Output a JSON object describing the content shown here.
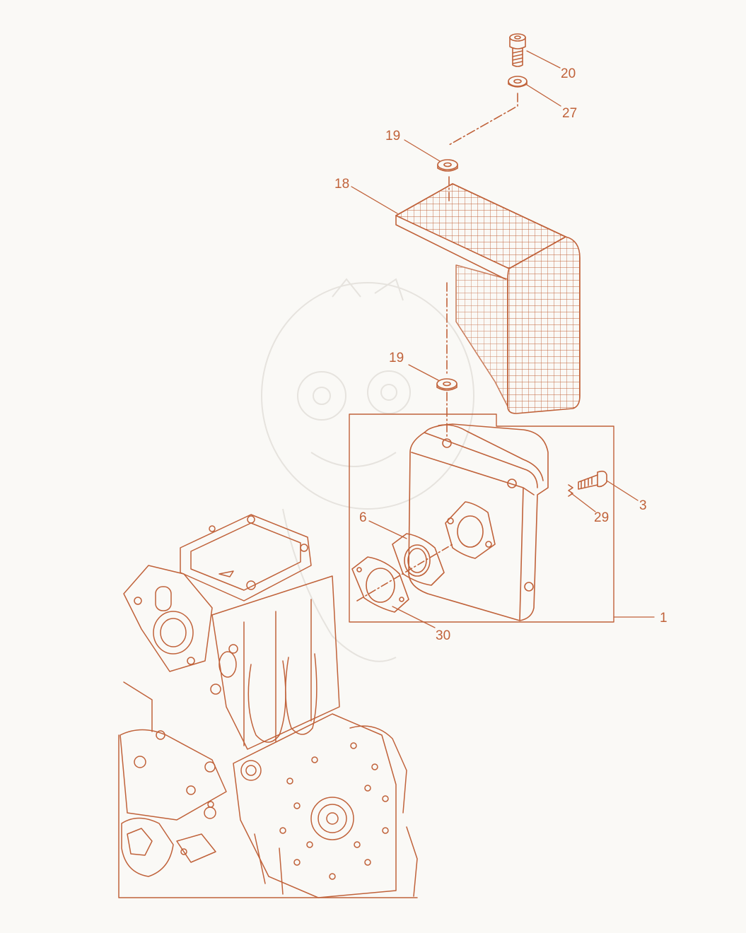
{
  "diagram": {
    "line_color": "#c0623a",
    "watermark_color": "#e6e3de",
    "background": "#faf9f6",
    "callouts": [
      {
        "id": "20",
        "part": "cap-screw"
      },
      {
        "id": "27",
        "part": "washer"
      },
      {
        "id": "19",
        "part": "washer-upper"
      },
      {
        "id": "18",
        "part": "heat-shield"
      },
      {
        "id": "19",
        "part": "washer-lower"
      },
      {
        "id": "3",
        "part": "bolt"
      },
      {
        "id": "29",
        "part": "lock-washer"
      },
      {
        "id": "6",
        "part": "flange-gasket"
      },
      {
        "id": "30",
        "part": "flange-gasket-outer"
      },
      {
        "id": "1",
        "part": "muffler-assembly"
      }
    ]
  }
}
